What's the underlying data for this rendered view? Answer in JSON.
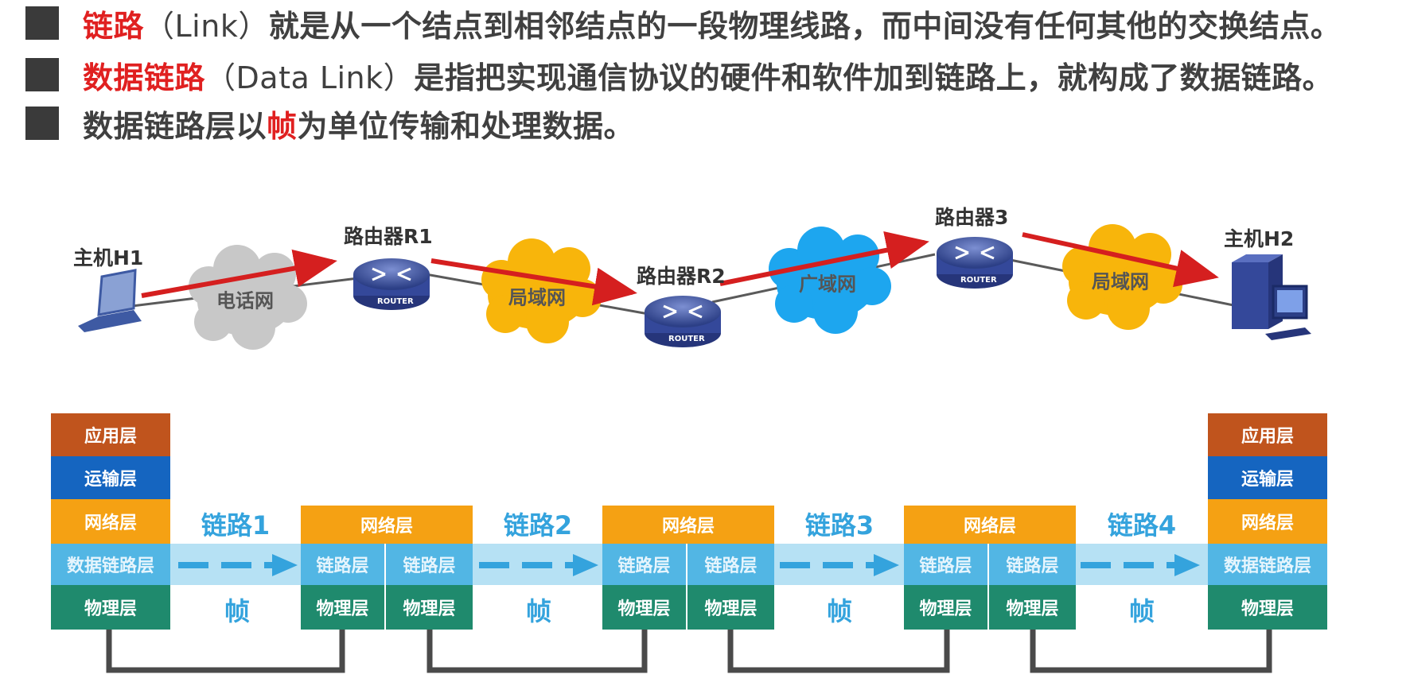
{
  "bullets": [
    {
      "term": "链路",
      "latin": "（Link）",
      "rest": "就是从一个结点到相邻结点的一段物理线路，而中间没有任何其他的交换结点。"
    },
    {
      "term": "数据链路",
      "latin": "（Data Link）",
      "rest": "是指把实现通信协议的硬件和软件加到链路上，就构成了数据链路。"
    },
    {
      "pre": "数据链路层以",
      "term": "帧",
      "rest": "为单位传输和处理数据。"
    }
  ],
  "network": {
    "host1": "主机H1",
    "host2": "主机H2",
    "router1": "路由器R1",
    "router2": "路由器R2",
    "router3": "路由器3",
    "router_badge": "ROUTER",
    "clouds": {
      "phone": "电话网",
      "lan1": "局域网",
      "wan": "广域网",
      "lan2": "局域网"
    }
  },
  "layers": {
    "app": "应用层",
    "transport": "运输层",
    "network": "网络层",
    "datalink": "数据链路层",
    "link_short": "链路层",
    "physical": "物理层"
  },
  "links": [
    "链路1",
    "链路2",
    "链路3",
    "链路4"
  ],
  "frame": "帧",
  "colors": {
    "app": "#c0541d",
    "transport": "#1565c0",
    "network": "#f5a113",
    "datalink": "#52b6e4",
    "physical": "#1f8a6d",
    "accent": "#e02020",
    "link_text": "#34a3dd"
  }
}
